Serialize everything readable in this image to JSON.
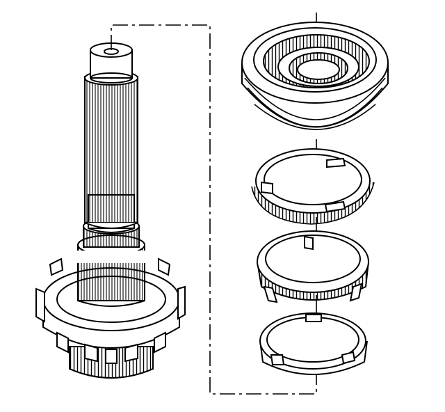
{
  "figure": {
    "kind": "exploded assembly line drawing",
    "colors": {
      "ink": "#000000",
      "paper": "#ffffff"
    },
    "parts": [
      {
        "id": "main-shaft",
        "side": "left"
      },
      {
        "id": "synchronizer-sleeve",
        "side": "right"
      },
      {
        "id": "outer-blocker-ring",
        "side": "right"
      },
      {
        "id": "middle-cone-ring",
        "side": "right"
      },
      {
        "id": "inner-blocker-ring",
        "side": "right"
      }
    ],
    "leader": {
      "style": "dash-dot"
    }
  }
}
